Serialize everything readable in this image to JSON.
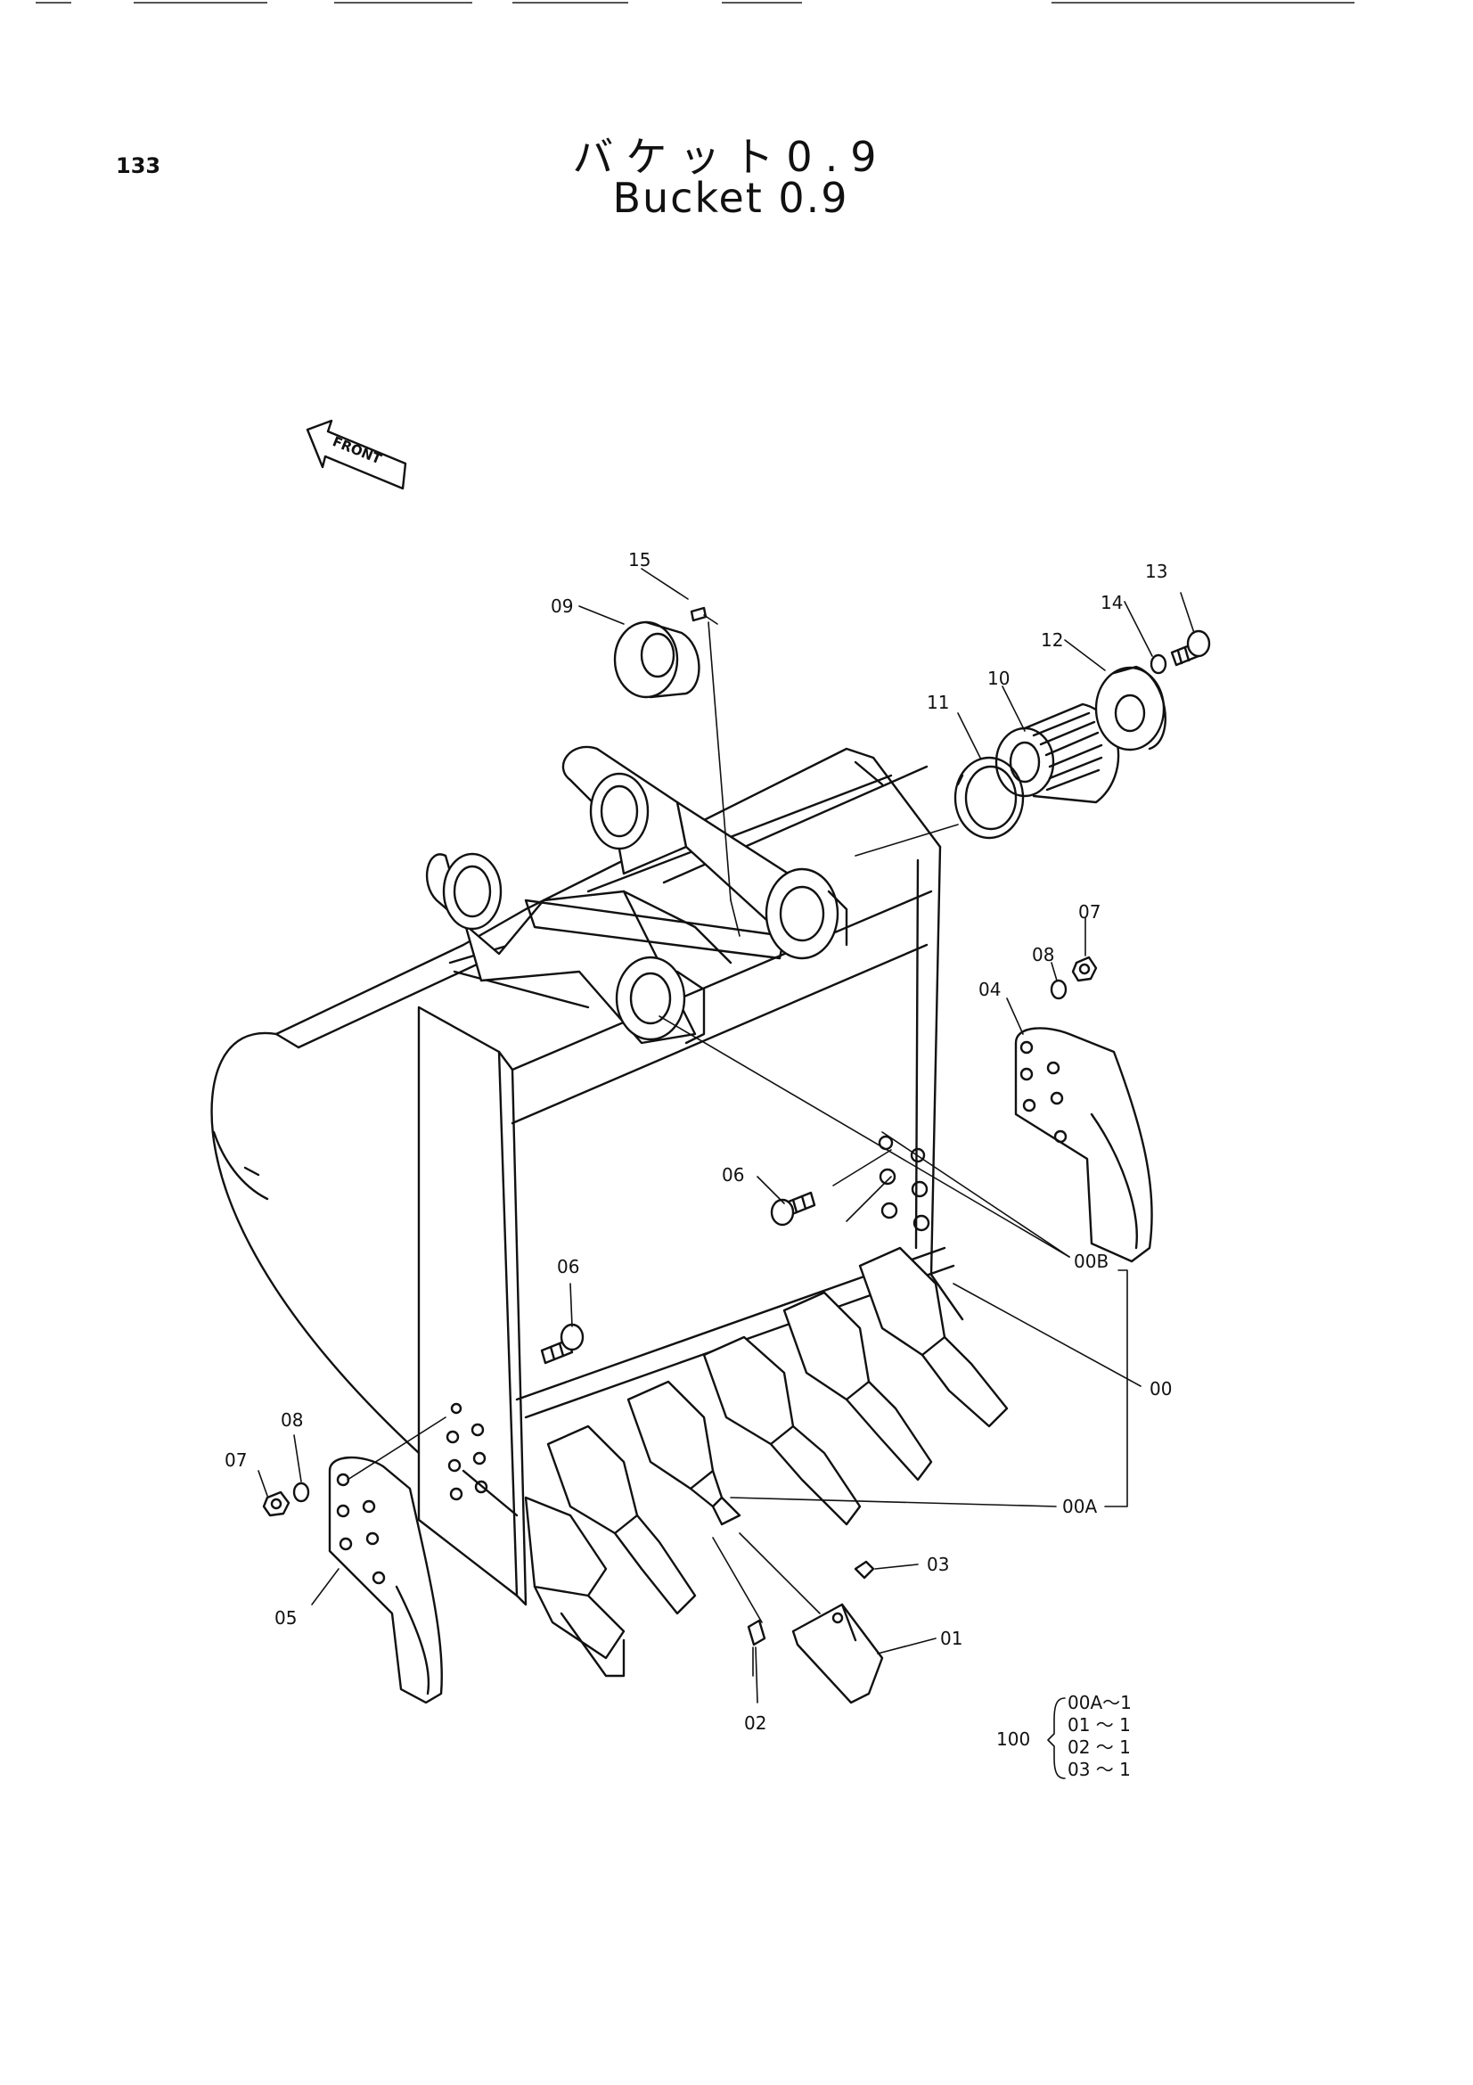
{
  "page_number": "133",
  "title": {
    "japanese": "バケット0.9",
    "english": "Bucket 0.9"
  },
  "front_label": "FRONT",
  "callouts": {
    "c15": "15",
    "c09": "09",
    "c13": "13",
    "c14": "14",
    "c12": "12",
    "c10": "10",
    "c11": "11",
    "c07_right": "07",
    "c08_right": "08",
    "c04": "04",
    "c06_upper": "06",
    "c00B": "00B",
    "c06_lower": "06",
    "c00": "00",
    "c08_left": "08",
    "c07_left": "07",
    "c00A": "00A",
    "c05": "05",
    "c03": "03",
    "c01": "01",
    "c02": "02"
  },
  "kit": {
    "number": "100",
    "lines": [
      "00A〜1",
      "01 〜 1",
      "02 〜 1",
      "03 〜 1"
    ]
  }
}
